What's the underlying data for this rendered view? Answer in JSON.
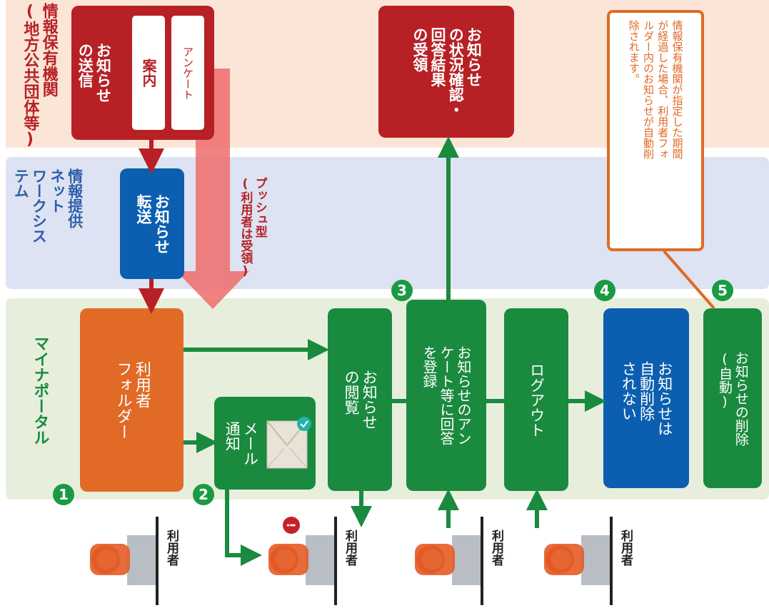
{
  "lanes": {
    "org": "情報保有機関\n(地方公共団体等)",
    "network": "情報提供\nネット\nワークシス\nテム",
    "portal": "マイナポータル"
  },
  "boxes": {
    "send": "お知らせ\nの送信",
    "send_guide": "案内",
    "send_survey": "アンケート",
    "receive": "お知らせ\nの状況確認・\n回答結果\nの受領",
    "forward": "お知らせ\n転送",
    "push": "プッシュ型\n(利用者は受領)",
    "folder": "利用者\nフォルダー",
    "mail": "メール\n通知",
    "view": "お知らせ\nの閲覧",
    "answer": "お知らせのアン\nケート等に回答\nを登録",
    "logout": "ログアウト",
    "not_deleted": "お知らせは\n自動削除\nされない",
    "auto_delete": "お知らせの削除\n(自動)"
  },
  "note": "情報保有機関が指定した期間\nが経過した場合、利用者フォ\nルダー内のお知らせが自動削\n除されます。",
  "numbers": [
    "1",
    "2",
    "3",
    "4",
    "5"
  ],
  "user_label": "利用者",
  "colors": {
    "red": "#b72125",
    "blue": "#0c5fb0",
    "orange": "#e06a26",
    "green": "#1a8a3f",
    "lane_org": "#fbe5d6",
    "lane_net": "#dde3f2",
    "lane_portal": "#e7efdc"
  }
}
